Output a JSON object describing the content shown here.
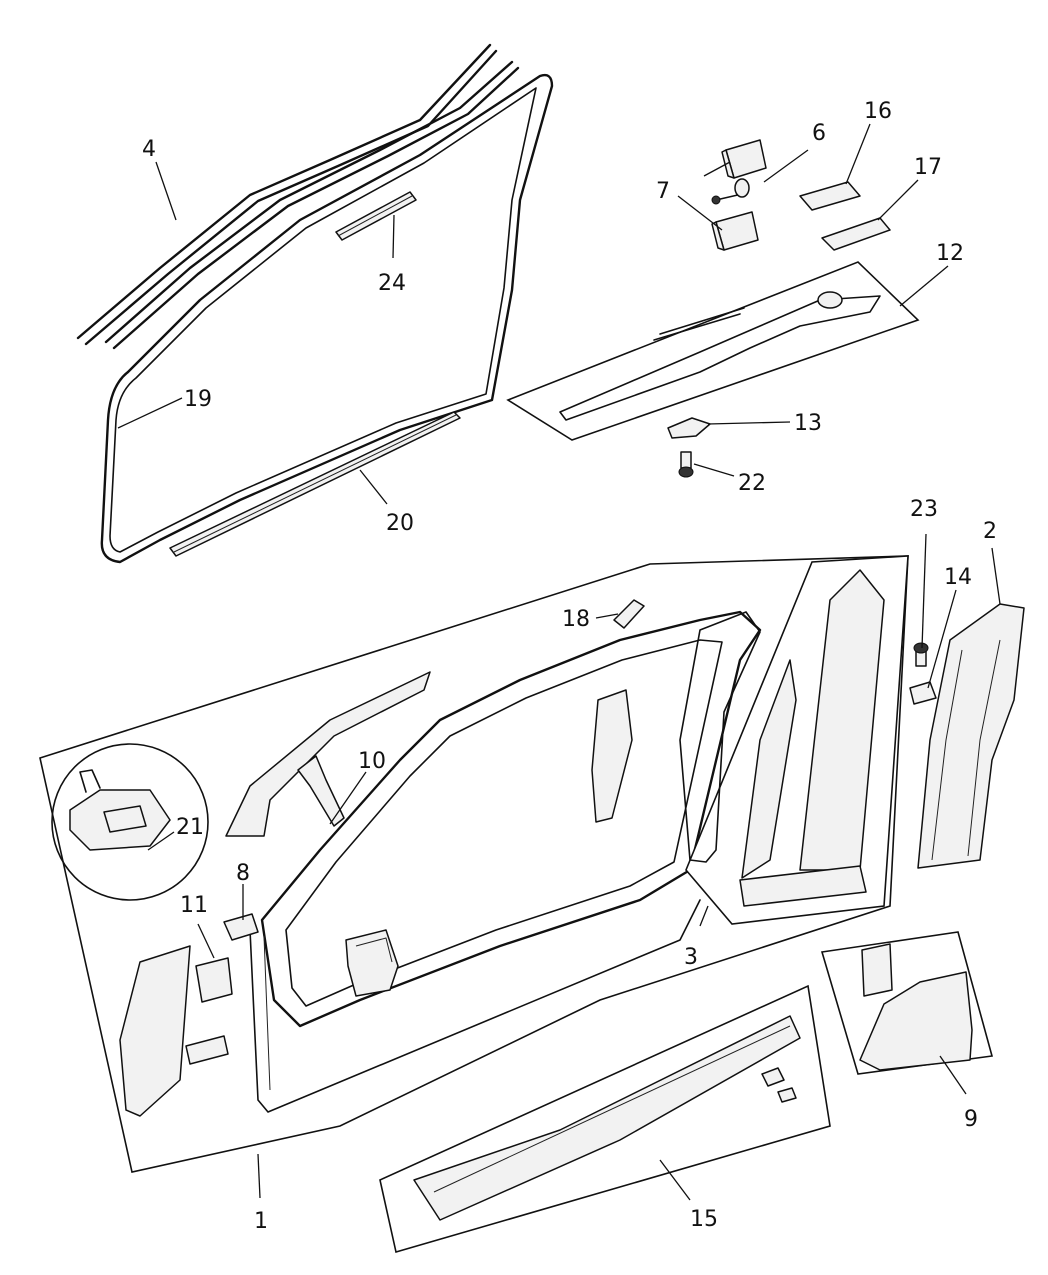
{
  "diagram": {
    "callouts": [
      {
        "id": "c1",
        "label": "1"
      },
      {
        "id": "c2",
        "label": "2"
      },
      {
        "id": "c3",
        "label": "3"
      },
      {
        "id": "c4",
        "label": "4"
      },
      {
        "id": "c6",
        "label": "6"
      },
      {
        "id": "c7",
        "label": "7"
      },
      {
        "id": "c8",
        "label": "8"
      },
      {
        "id": "c9",
        "label": "9"
      },
      {
        "id": "c10",
        "label": "10"
      },
      {
        "id": "c11",
        "label": "11"
      },
      {
        "id": "c12",
        "label": "12"
      },
      {
        "id": "c13",
        "label": "13"
      },
      {
        "id": "c14",
        "label": "14"
      },
      {
        "id": "c15",
        "label": "15"
      },
      {
        "id": "c16",
        "label": "16"
      },
      {
        "id": "c17",
        "label": "17"
      },
      {
        "id": "c18",
        "label": "18"
      },
      {
        "id": "c19",
        "label": "19"
      },
      {
        "id": "c20",
        "label": "20"
      },
      {
        "id": "c21",
        "label": "21"
      },
      {
        "id": "c22",
        "label": "22"
      },
      {
        "id": "c23",
        "label": "23"
      },
      {
        "id": "c24",
        "label": "24"
      }
    ]
  }
}
